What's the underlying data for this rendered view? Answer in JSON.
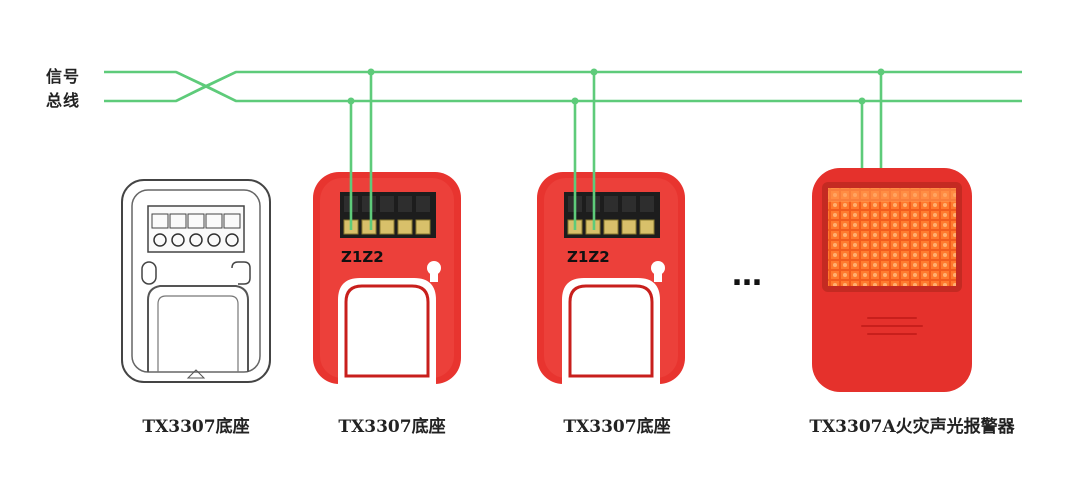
{
  "bus": {
    "label_line1": "信号",
    "label_line2": "总线",
    "wire_color": "#5ecb7a"
  },
  "devices": [
    {
      "caption": "TX3307底座",
      "kind": "base-outline"
    },
    {
      "caption": "TX3307底座",
      "kind": "base-red",
      "terminal_label": "Z1Z2"
    },
    {
      "caption": "TX3307底座",
      "kind": "base-red",
      "terminal_label": "Z1Z2"
    },
    {
      "caption": "TX3307A火灾声光报警器",
      "kind": "alarm"
    }
  ],
  "ellipsis": "…",
  "colors": {
    "device_red": "#e8342f",
    "device_red_dark": "#c81f1c",
    "lens_orange": "#f05a1a",
    "terminal_block": "#1d1d1d",
    "outline": "#444444"
  }
}
